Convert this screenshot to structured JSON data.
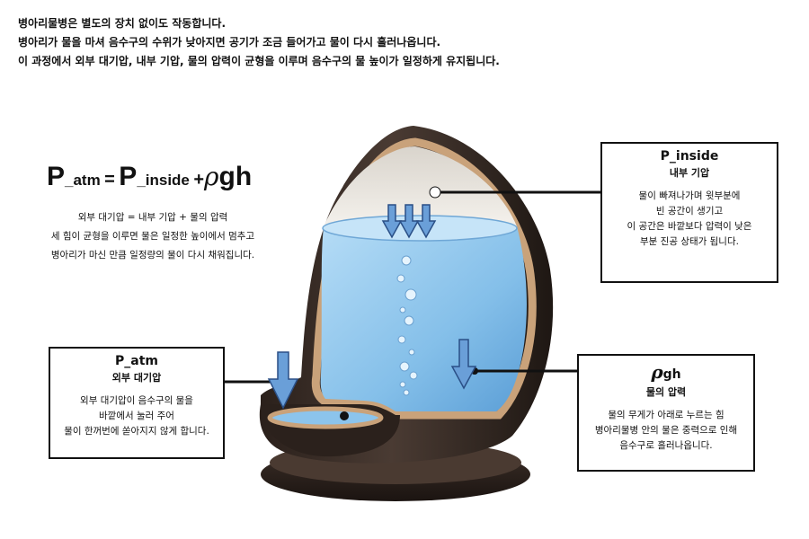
{
  "intro": [
    "병아리물병은 별도의 장치 없이도 작동합니다.",
    "병아리가 물을 마셔 음수구의 수위가 낮아지면 공기가 조금 들어가고 물이 다시 흘러나옵니다.",
    "이 과정에서 외부 대기압, 내부 기압, 물의 압력이 균형을 이루며 음수구의 물 높이가 일정하게 유지됩니다."
  ],
  "formula": {
    "p_atm": "P_atm",
    "equals": "=",
    "p_inside": "P_inside",
    "plus": "+",
    "rho": "ρ",
    "gh": "gh"
  },
  "formula_explain": [
    "외부 대기압 = 내부 기압 + 물의 압력",
    "세 힘이 균형을 이루면 물은 일정한 높이에서 멈추고",
    "병아리가 마신 만큼 일정량의 물이 다시 채워집니다."
  ],
  "callouts": {
    "inside": {
      "title": "P_inside",
      "subtitle": "내부 기압",
      "lines": [
        "물이 빠져나가며 윗부분에",
        "빈 공간이 생기고",
        "이 공간은 바깥보다 압력이 낮은",
        "부분 진공 상태가 됩니다."
      ]
    },
    "atm": {
      "title": "P_atm",
      "subtitle": "외부 대기압",
      "lines": [
        "외부 대기압이 음수구의 물을",
        "바깥에서 눌러 주어",
        "물이 한꺼번에 쏟아지지 않게 합니다."
      ]
    },
    "rhogh": {
      "title_rho": "ρ",
      "title_gh": "gh",
      "subtitle": "물의 압력",
      "lines": [
        "물의 무게가 아래로 누르는 힘",
        "병아리물병 안의 물은 중력으로 인해",
        "음수구로 흘러나옵니다."
      ]
    }
  },
  "colors": {
    "bottle_shell": "#3a2e28",
    "bottle_rim": "#c9a27a",
    "water": "#8cc4ec",
    "air_space": "#ece8e2",
    "arrow_fill": "#6a9fd8",
    "arrow_stroke": "#2a4f86"
  },
  "icons": {
    "arrow": "down-arrow-icon",
    "bubble": "air-bubble-icon"
  }
}
